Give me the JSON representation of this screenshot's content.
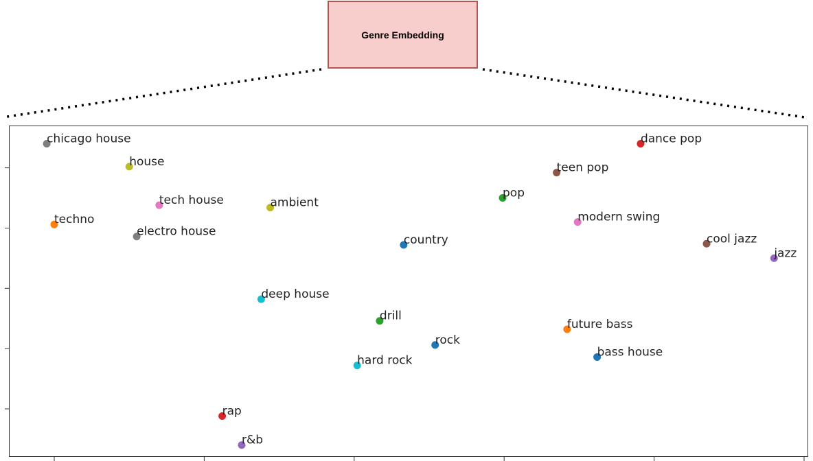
{
  "header_box": {
    "label": "Genre Embedding",
    "fill": "#f8cecc",
    "stroke": "#b85450"
  },
  "chart_data": {
    "type": "scatter",
    "title": "",
    "xlabel": "",
    "ylabel": "",
    "xlim": [
      0.3,
      5.35
    ],
    "ylim": [
      0.03,
      2.8
    ],
    "grid": false,
    "x_ticks": [
      0.6,
      1.6,
      2.6,
      3.6,
      4.6,
      5.6
    ],
    "y_ticks": [
      0.4,
      0.9,
      1.4,
      1.9,
      2.4
    ],
    "points": [
      {
        "label": "chicago house",
        "x": 0.55,
        "y": 2.6,
        "color": "#7f7f7f"
      },
      {
        "label": "house",
        "x": 1.1,
        "y": 2.41,
        "color": "#bcbd22"
      },
      {
        "label": "tech house",
        "x": 1.3,
        "y": 2.09,
        "color": "#e377c2"
      },
      {
        "label": "ambient",
        "x": 2.04,
        "y": 2.07,
        "color": "#bcbd22"
      },
      {
        "label": "techno",
        "x": 0.6,
        "y": 1.93,
        "color": "#ff7f0e"
      },
      {
        "label": "electro house",
        "x": 1.15,
        "y": 1.83,
        "color": "#7f7f7f"
      },
      {
        "label": "country",
        "x": 2.93,
        "y": 1.76,
        "color": "#1f77b4"
      },
      {
        "label": "pop",
        "x": 3.59,
        "y": 2.15,
        "color": "#2ca02c"
      },
      {
        "label": "teen pop",
        "x": 3.95,
        "y": 2.36,
        "color": "#8c564b"
      },
      {
        "label": "dance pop",
        "x": 4.51,
        "y": 2.6,
        "color": "#d62728"
      },
      {
        "label": "modern swing",
        "x": 4.09,
        "y": 1.95,
        "color": "#e377c2"
      },
      {
        "label": "cool jazz",
        "x": 4.95,
        "y": 1.77,
        "color": "#8c564b"
      },
      {
        "label": "jazz",
        "x": 5.4,
        "y": 1.65,
        "color": "#9467bd"
      },
      {
        "label": "deep house",
        "x": 1.98,
        "y": 1.31,
        "color": "#17becf"
      },
      {
        "label": "drill",
        "x": 2.77,
        "y": 1.13,
        "color": "#2ca02c"
      },
      {
        "label": "rock",
        "x": 3.14,
        "y": 0.93,
        "color": "#1f77b4"
      },
      {
        "label": "hard rock",
        "x": 2.62,
        "y": 0.76,
        "color": "#17becf"
      },
      {
        "label": "future bass",
        "x": 4.02,
        "y": 1.06,
        "color": "#ff7f0e"
      },
      {
        "label": "bass house",
        "x": 4.22,
        "y": 0.83,
        "color": "#1f77b4"
      },
      {
        "label": "rap",
        "x": 1.72,
        "y": 0.34,
        "color": "#d62728"
      },
      {
        "label": "r&b",
        "x": 1.85,
        "y": 0.1,
        "color": "#9467bd"
      }
    ]
  }
}
